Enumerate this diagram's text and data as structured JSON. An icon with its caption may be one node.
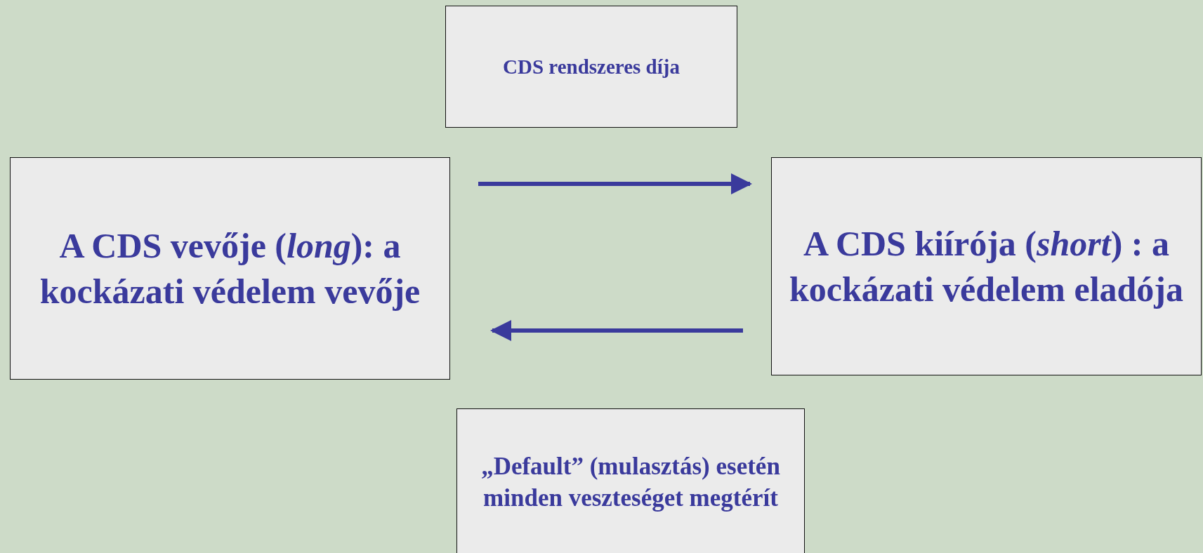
{
  "diagram": {
    "nodes": [
      {
        "text": [
          "CDS rendszeres díja"
        ]
      },
      {
        "text": [
          "A CDS vevője (*long*): a kockázati védelem vevője"
        ]
      },
      {
        "text": [
          "A CDS kiírója (*short*) : a kockázati védelem eladója"
        ]
      },
      {
        "text": [
          "„Default” (mulasztás) esetén minden veszteséget megtérít"
        ]
      }
    ],
    "edges": [
      {
        "from": 1,
        "to": 2,
        "arrow": "to"
      },
      {
        "from": 2,
        "to": 1,
        "arrow": "to"
      }
    ]
  }
}
